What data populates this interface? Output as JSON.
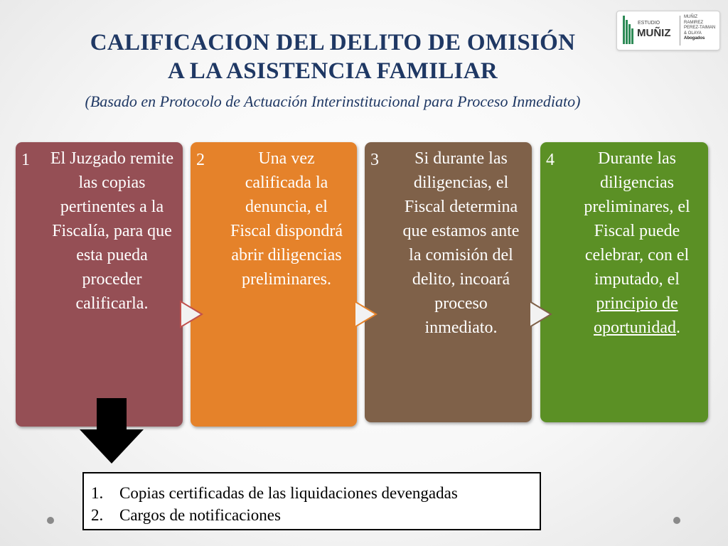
{
  "header": {
    "title_line1": "CALIFICACION DEL DELITO DE OMISIÓN",
    "title_line2": "A LA ASISTENCIA FAMILIAR",
    "subtitle": "(Basado en Protocolo de Actuación Interinstitucional para Proceso Inmediato)"
  },
  "logo": {
    "studio": "ESTUDIO",
    "name": "MUÑIZ",
    "partners": [
      "MUÑIZ",
      "RAMIREZ",
      "PEREZ-TAIMAN",
      "& OLAYA"
    ],
    "subtext": "Abogados",
    "color": "#2e8b57"
  },
  "steps": [
    {
      "number": "1",
      "text": "El Juzgado remite las copias pertinentes a la Fiscalía, para que esta pueda proceder calificarla.",
      "color": "#954f55"
    },
    {
      "number": "2",
      "text": "Una vez calificada la denuncia, el Fiscal dispondrá abrir diligencias preliminares.",
      "color": "#e5822a"
    },
    {
      "number": "3",
      "text": "Si durante las diligencias, el Fiscal determina que estamos ante la comisión del delito, incoará proceso inmediato.",
      "color": "#7f6149"
    },
    {
      "number": "4",
      "text_before": "Durante las diligencias preliminares, el Fiscal puede celebrar, con el imputado, el ",
      "text_link": "principio de oportunidad",
      "text_after": ".",
      "color": "#5b9025"
    }
  ],
  "requirements": [
    {
      "number": "1.",
      "text": "Copias certificadas de las liquidaciones devengadas"
    },
    {
      "number": "2.",
      "text": "Cargos de notificaciones"
    }
  ],
  "colors": {
    "title": "#1f3864",
    "arrow_fill": "#f2f2f2",
    "arrow_outline": "#c0504d"
  }
}
